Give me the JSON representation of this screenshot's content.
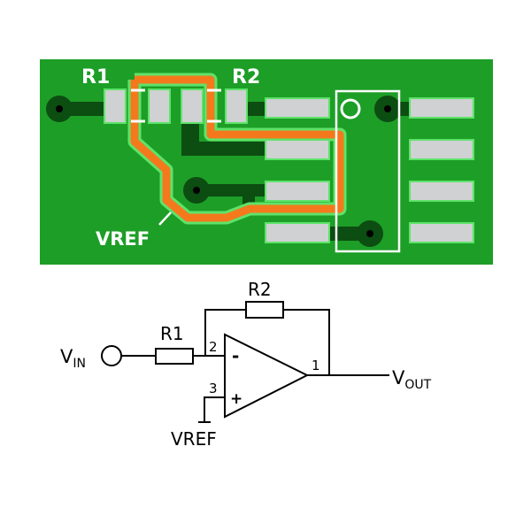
{
  "pcb": {
    "labels": {
      "r1": "R1",
      "r2": "R2",
      "vref": "VREF"
    },
    "colors": {
      "board": "#1d9e27",
      "trace_dark": "#0c4d12",
      "trace_highlight": "#f4791c",
      "pad_fill": "#cfd1d2",
      "pad_outline": "#5ee36a",
      "silkscreen": "#ffffff"
    }
  },
  "schematic": {
    "labels": {
      "r1": "R1",
      "r2": "R2",
      "vin_main": "V",
      "vin_sub": "IN",
      "vout_main": "V",
      "vout_sub": "OUT",
      "vref": "VREF",
      "pin_inverting": "2",
      "pin_noninverting": "3",
      "pin_output": "1",
      "sign_minus": "-",
      "sign_plus": "+"
    }
  }
}
